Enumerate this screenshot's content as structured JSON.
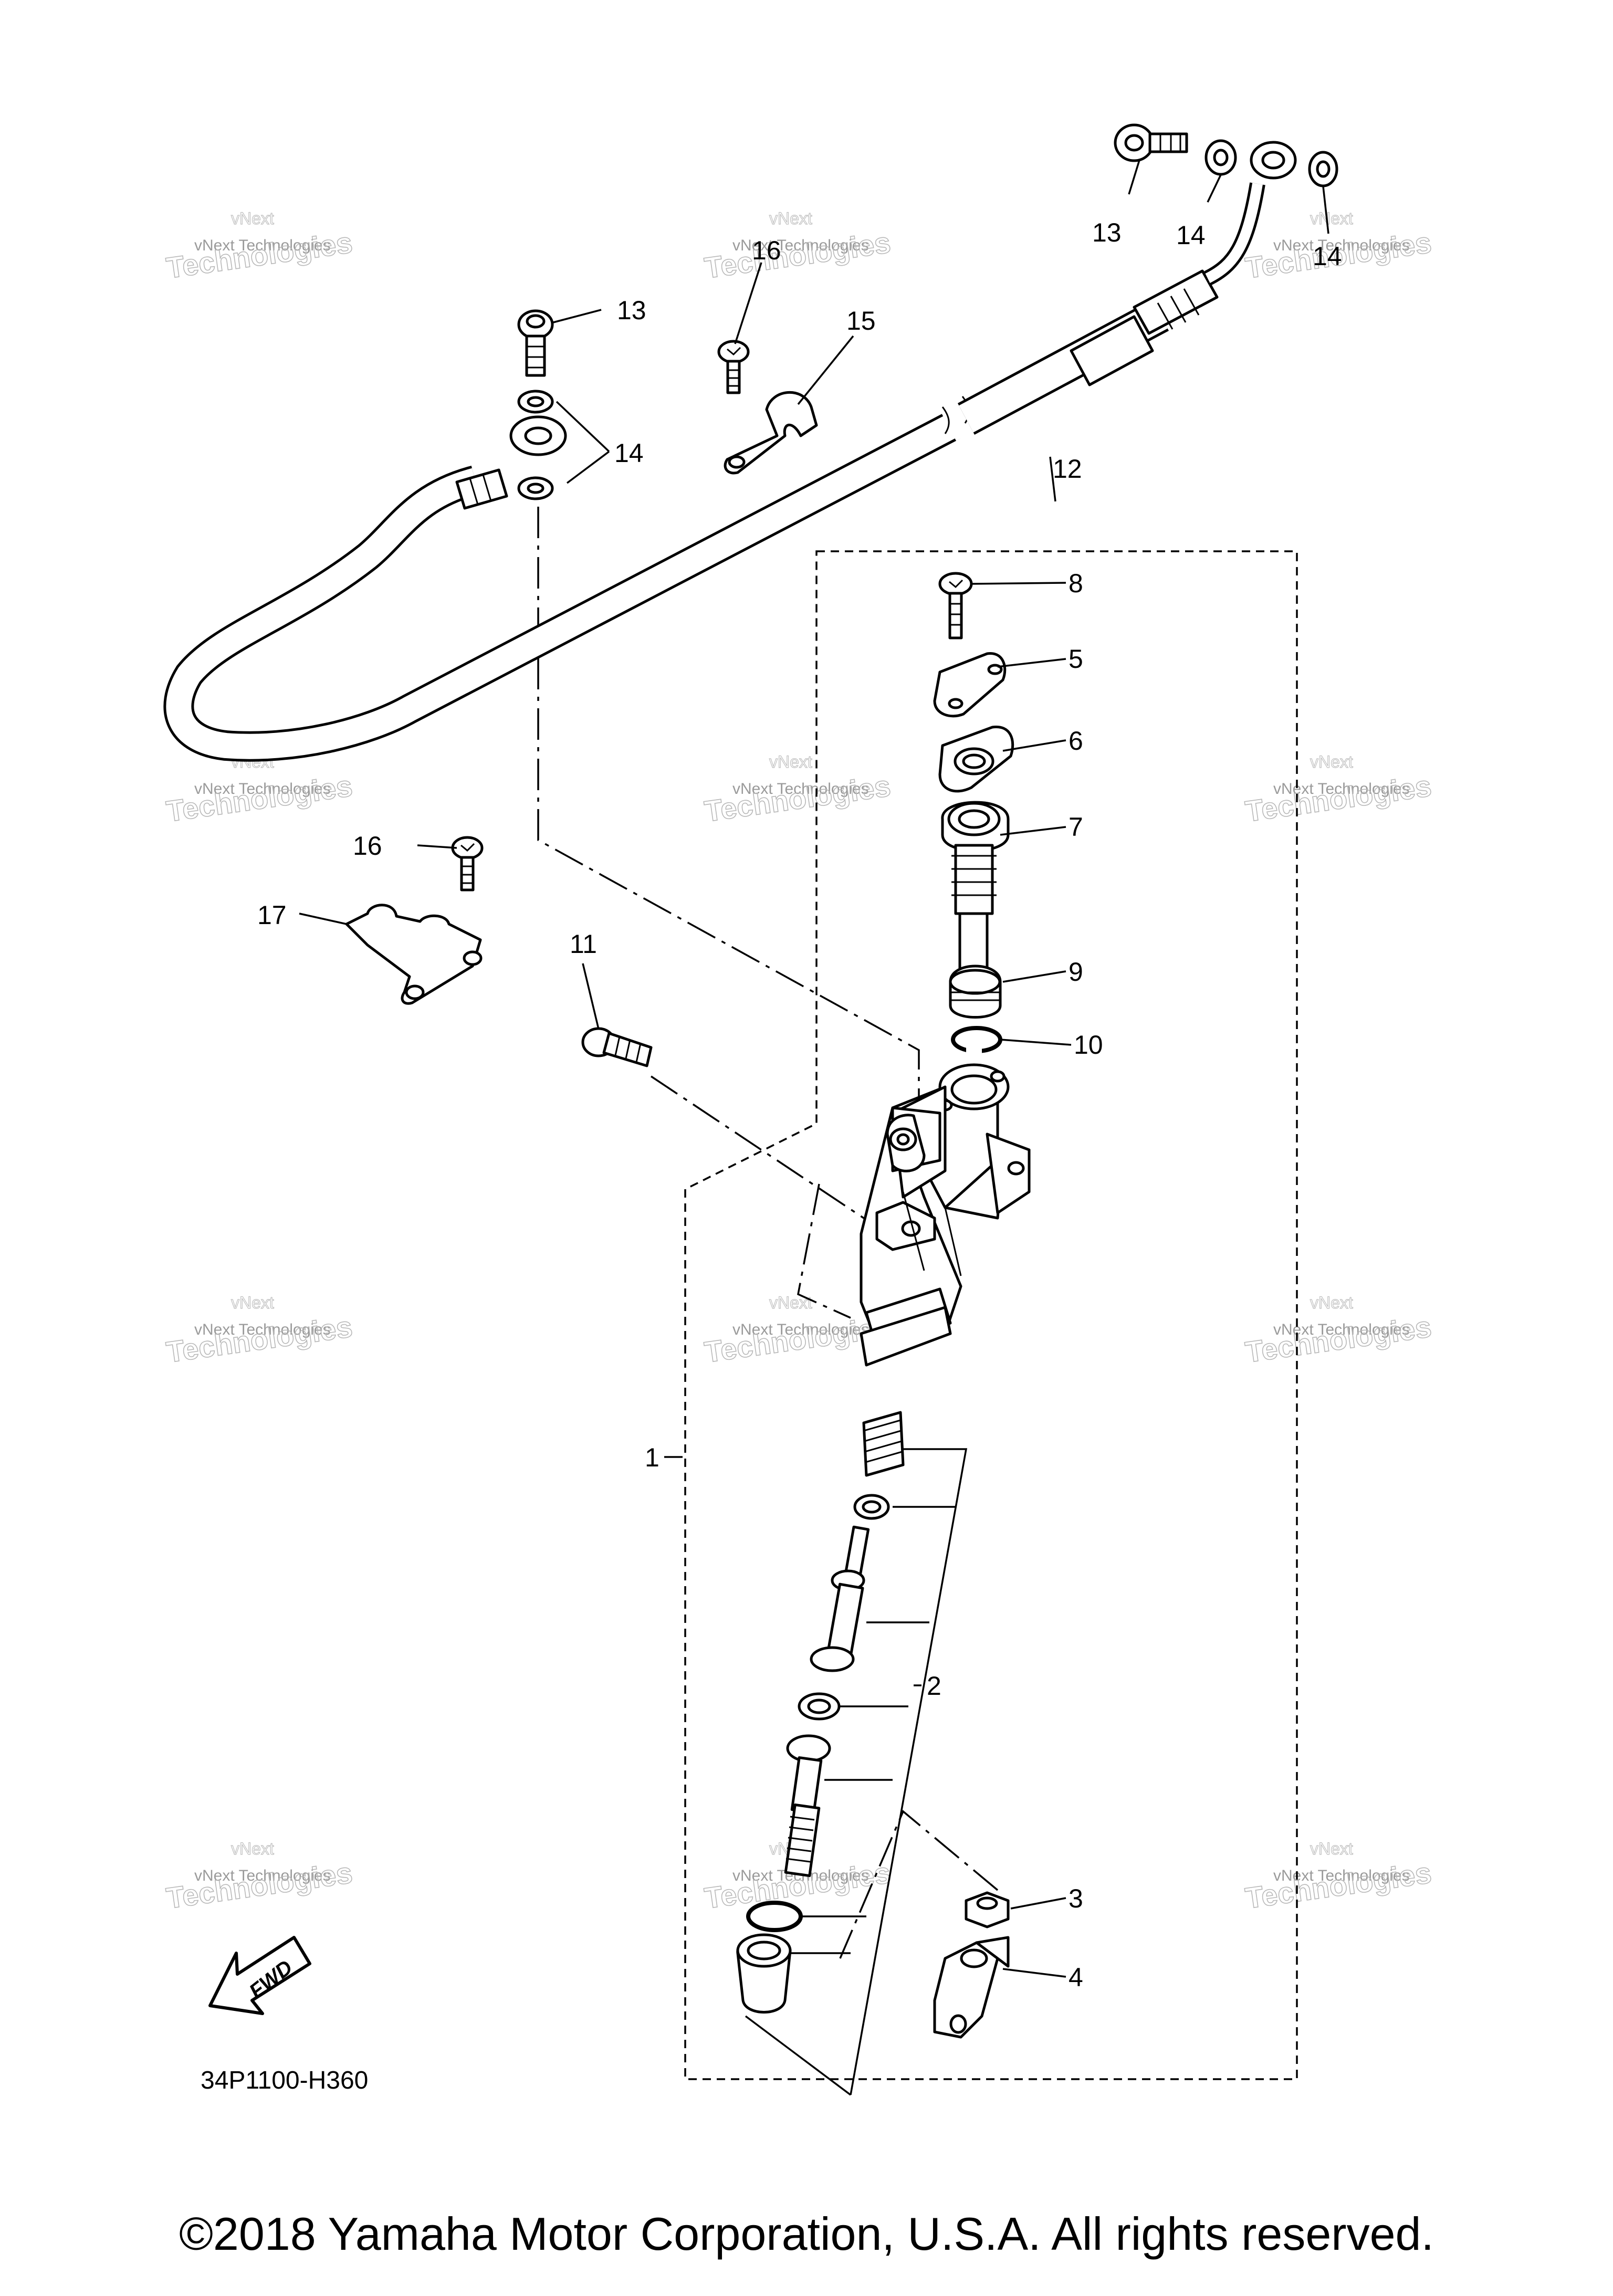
{
  "diagram_code": "34P1100-H360",
  "fwd_label": "FWD",
  "copyright": "©2018 Yamaha Motor Corporation, U.S.A. All rights reserved.",
  "watermark": {
    "line1": "vNext",
    "line2": "vNext Technologies",
    "line3": "Technologies"
  },
  "callouts": {
    "c1": "1",
    "c2": "2",
    "c3": "3",
    "c4": "4",
    "c5": "5",
    "c6": "6",
    "c7": "7",
    "c8": "8",
    "c9": "9",
    "c10": "10",
    "c11": "11",
    "c12": "12",
    "c13a": "13",
    "c13b": "13",
    "c14a": "14",
    "c14b": "14",
    "c14c": "14",
    "c15": "15",
    "c16a": "16",
    "c16b": "16",
    "c17": "17"
  }
}
